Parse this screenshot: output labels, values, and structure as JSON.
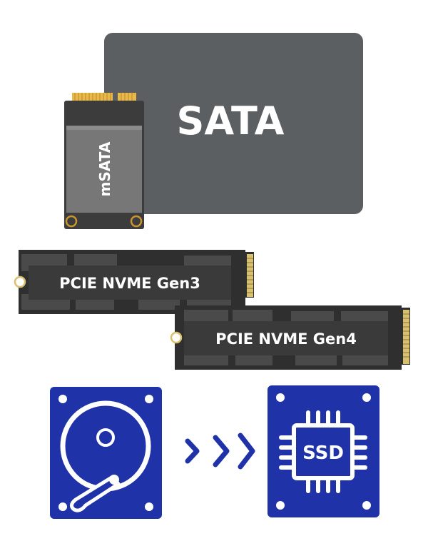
{
  "sata": {
    "label": "SATA",
    "color": "#5b5f62"
  },
  "msata": {
    "label": "mSATA",
    "color": "#3c3c3c",
    "chip_color": "#777777",
    "gold_color": "#e8b84a"
  },
  "nvme": [
    {
      "label": "PCIE NVME Gen3"
    },
    {
      "label": "PCIE NVME Gen4"
    }
  ],
  "nvme_colors": {
    "board": "#2f2f2f",
    "chip": "#4a4a4a",
    "sticker": "#3a3a3a",
    "gold": "#d9c070"
  },
  "migration": {
    "from_icon": "hdd-icon",
    "arrow_icon": "chevron-right-icon",
    "to_icon": "ssd-chip-icon",
    "ssd_label": "SSD",
    "tile_color": "#1f32a8",
    "arrow_color": "#1f32a8"
  }
}
